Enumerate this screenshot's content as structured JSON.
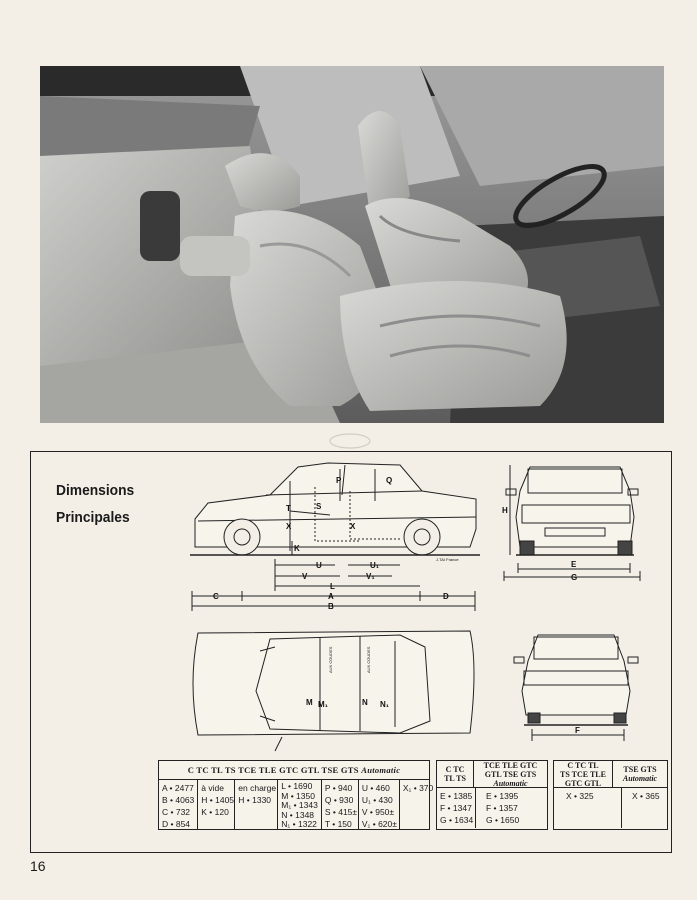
{
  "page": {
    "number": "16"
  },
  "section": {
    "title_line1": "Dimensions",
    "title_line2": "Principales"
  },
  "diagram_labels": {
    "side": [
      "P",
      "Q",
      "S",
      "T",
      "X",
      "K",
      "X",
      "U",
      "U1",
      "V",
      "V1",
      "L",
      "C",
      "A",
      "D",
      "B"
    ],
    "front": [
      "H",
      "E",
      "G"
    ],
    "top": [
      "M",
      "M1",
      "N",
      "N1"
    ],
    "rear": [
      "F"
    ],
    "side_labels": {
      "P": "P",
      "Q": "Q",
      "S": "S",
      "T": "T",
      "X": "X",
      "X2": "X",
      "K": "K",
      "U": "U",
      "U1": "U₁",
      "V": "V",
      "V1": "V₁",
      "L": "L",
      "C": "C",
      "A": "A",
      "D": "D",
      "B": "B"
    },
    "front_labels": {
      "H": "H",
      "E": "E",
      "G": "G"
    },
    "top_labels": {
      "M": "M",
      "M1": "M₁",
      "N": "N",
      "N1": "N₁"
    },
    "rear_labels": {
      "F": "F"
    },
    "side_caption": "J.TAI France",
    "seat_text": "AUX COUDES"
  },
  "table1": {
    "header": "C  TC  TL  TS  TCE  TLE  GTC  GTL  TSE  GTS",
    "header_italic": "Automatic",
    "col1": [
      "A • 2477",
      "B • 4063",
      "C •  732",
      "D •  854"
    ],
    "col2": [
      "à vide",
      "H • 1405",
      "K •  120"
    ],
    "col3": [
      "en charge",
      "H • 1330"
    ],
    "col4": [
      "L • 1690",
      "M • 1350",
      "M₁ • 1343",
      "N • 1348",
      "N₁ • 1322"
    ],
    "col5": [
      "P • 940",
      "Q • 930",
      "S • 415±",
      "T • 150"
    ],
    "col6": [
      "U • 460",
      "U₁ • 430",
      "V • 950±",
      "V₁ • 620±"
    ],
    "col7": [
      "X₁ • 370"
    ]
  },
  "table2": {
    "h1": "C  TC\nTL  TS",
    "h2": "TCE  TLE  GTC\nGTL  TSE  GTS",
    "h2_italic": "Automatic",
    "col1": [
      "E • 1385",
      "F • 1347",
      "G • 1634"
    ],
    "col2": [
      "E • 1395",
      "F • 1357",
      "G • 1650"
    ]
  },
  "table3": {
    "h1": "C  TC  TL\nTS  TCE  TLE\nGTC  GTL",
    "h2": "TSE  GTS",
    "h2_italic": "Automatic",
    "col1": [
      "X • 325"
    ],
    "col2": [
      "X • 365"
    ]
  },
  "colors": {
    "paper": "#f3efe6",
    "ink": "#1a1a1a"
  }
}
